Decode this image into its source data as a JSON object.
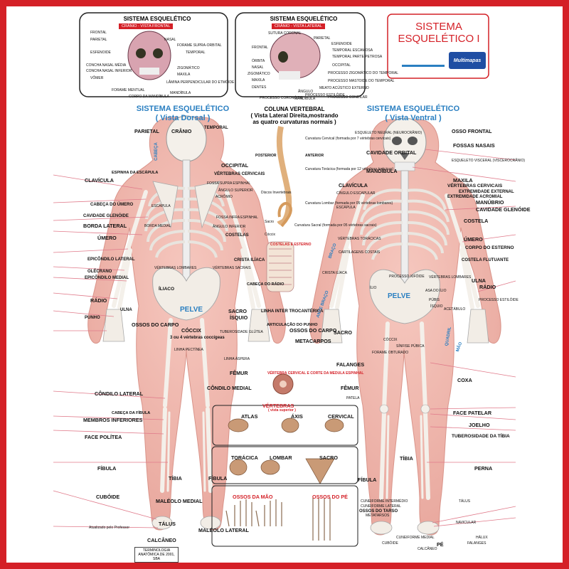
{
  "poster": {
    "accent": "#d42027",
    "blue": "#2a7fc1",
    "main_title_line1": "SISTEMA",
    "main_title_line2": "ESQUELÉTICO I",
    "publisher": "Multimapas",
    "dorsal_title_line1": "SISTEMA ESQUELÉTICO",
    "dorsal_title_line2": "( Vista Dorsal )",
    "ventral_title_line1": "SISTEMA ESQUELÉTICO",
    "ventral_title_line2": "( Vista Ventral )",
    "coluna_title_line1": "COLUNA VERTEBRAL",
    "coluna_title_line2": "( Vista Lateral Direita,mostrando",
    "coluna_title_line3": "as quatro curvaturas normais )",
    "terminologia": "TERMINOLOGIA ANATÔMICA DE 2001, SBA",
    "credit": "Atualizado pelo Professor"
  },
  "skull_boxes": {
    "frontal": {
      "title": "SISTEMA ESQUELÉTICO",
      "subtitle": "CRÂNIO - VISTA FRONTAL",
      "labels": [
        "FRONTAL",
        "PARIETAL",
        "ESFENOIDE",
        "CONCHA NASAL MÉDIA",
        "CONCHA NASAL INFERIOR",
        "VÔMER",
        "FORAME MENTUAL",
        "NASAL",
        "FORAME SUPRA-ORBITAL",
        "TEMPORAL",
        "ZIGOMÁTICO",
        "MAXILA",
        "LÂMINA PERPENDICULAR DO ETMÓIDE",
        "MANDÍBULA",
        "CORPO DA MANDÍBULA"
      ]
    },
    "lateral": {
      "title": "SISTEMA ESQUELÉTICO",
      "subtitle": "CRÂNIO - VISTA LATERAL",
      "labels": [
        "SUTURA CORONAL",
        "FRONTAL",
        "ÓRBITA",
        "NASAL",
        "ZIGOMÁTICO",
        "MAXILA",
        "DENTES",
        "PROCESSO CORONÓIDE",
        "PARIETAL",
        "ESFENOIDE",
        "TEMPORAL ESCAMOSA",
        "TEMPORAL PARTE PETROSA",
        "OCCIPITAL",
        "PROCESSO ZIGOMÁTICO DO TEMPORAL",
        "PROCESSO MASTOIDE DO TEMPORAL",
        "MEATO ACÚSTICO EXTERNO",
        "PROCESSO ESTILÓIDE",
        "PROCESSO CONDILAR",
        "MANDÍBULA",
        "ÂNGULO"
      ]
    }
  },
  "dorsal_labels": {
    "left": [
      "PARIETAL",
      "CRÂNIO",
      "ESPINHA DA ESCÁPULA",
      "CLAVÍCULA",
      "CABEÇA DO ÚMERO",
      "CAVIDADE GLENÓIDE",
      "BORDA LATERAL",
      "ÚMERO",
      "EPICÔNDILO LATERAL",
      "OLÉCRANO",
      "EPICÔNDILO MEDIAL",
      "RÁDIO",
      "ULNA",
      "PUNHO",
      "OSSOS DO CARPO",
      "CÔNDILO LATERAL",
      "CABEÇA DA FÍBULA",
      "MEMBROS INFERIORES",
      "FACE POLÍTEA",
      "FÍBULA",
      "CUBÓIDE",
      "CALCÂNEO"
    ],
    "center": [
      "TEMPORAL",
      "OCCIPITAL",
      "VÉRTEBRAS CERVICAIS",
      "FOSSA SUPRA ESPINHAL",
      "ÂNGULO SUPERIOR",
      "ACRÔMIO",
      "ESCÁPULA",
      "FOSSA INFRA ESPINHAL",
      "BORDA MEDIAL",
      "ÂNGULO INFERIOR",
      "COSTELAS",
      "VÉRTEBRAS LOMBARES",
      "VÉRTEBRAS SACRAIS",
      "CRISTA ILÍACA",
      "ÍLIACO",
      "PELVE",
      "SACRO",
      "ÍSQUIO",
      "CÓCCIX",
      "3 ou 4 vértebras coccígeas",
      "TUBEROSIDADE GLÚTEA",
      "LINHA PECTÍNEA",
      "LINHA ÁSPERA",
      "FÊMUR",
      "CÔNDILO MEDIAL",
      "TÍBIA",
      "FÍBULA",
      "MALÉOLO MEDIAL",
      "TÁLUS",
      "MALÉOLO LATERAL",
      "CABEÇA DO RÁDIO",
      "CABEÇA"
    ]
  },
  "coluna_labels": [
    "Curvatura Cervical (formada por 7 vértebras cervicais)",
    "POSTERIOR",
    "ANTERIOR",
    "Curvatura Torácica (formada por 12 vértebras torácicas)",
    "Discos Invertebrais",
    "Curvatura Lombar (formada por 05 vértebras lombares)",
    "Sacro",
    "Curvatura Sacral (formada por 05 vértebras sacrais)",
    "Cóccix"
  ],
  "center_labels": [
    "COSTELAS E ESTERNO",
    "LINHA INTER TROCANTÉRICA",
    "ARTICULAÇÃO DO PUNHO",
    "OSSOS DO CARPO",
    "METACARPOS",
    "VÉRTEBRAS",
    "( vista superior )",
    "ATLAS",
    "ÁXIS",
    "CERVICAL",
    "TORÁCICA",
    "LOMBAR",
    "SACRO",
    "OSSOS DA MÃO",
    "OSSOS DO PÉ",
    "ANTE BRAÇO",
    "BRAÇO",
    "VÉRTEBRA CERVICAL E CORTE DA MEDULA ESPINHAL"
  ],
  "ventral_labels": {
    "right": [
      "OSSO FRONTAL",
      "FOSSAS NASAIS",
      "ESQUELETO VISCERAL (VISCEROCRÂNIO)",
      "MAXILA",
      "VÉRTEBRAS CERVICAIS",
      "EXTREMIDADE EXTERNAL",
      "EXTREMIDADE ACROMIAL",
      "MANÚBRIO",
      "CAVIDADE GLENÓIDE",
      "COSTELA",
      "ÚMERO",
      "CORPO DO ESTERNO",
      "COSTELA FLUTUANTE",
      "ULNA",
      "RÁDIO",
      "PROCESSO ESTILÓIDE",
      "MÃO",
      "QUADRIL",
      "COXA",
      "FACE PATELAR",
      "JOELHO",
      "TUBEROSIDADE DA TÍBIA",
      "PERNA",
      "TÁLUS",
      "NAVICULAR",
      "HÁLUX",
      "FALANGES"
    ],
    "left": [
      "ESQUELETO NEURAL (NEUROCRÂNIO)",
      "CAVIDADE ORBITAL",
      "MANDÍBULA",
      "CLAVÍCULA",
      "CÍNGULO ESCAPULAR",
      "ESCÁPULA",
      "VÉRTEBRAS TORÁCICAS",
      "CARTILAGENS COSTAIS",
      "CRISTA ILÍACA",
      "PROCESSO XIFÓIDE",
      "VÉRTEBRAS LOMBARES",
      "ÍLIO",
      "ASA DO ÍLIO",
      "PELVE",
      "PÚBIS",
      "ÍSQUIO",
      "ACETÁBULO",
      "SACRO",
      "CÓCCIX",
      "FORAME OBTURADO",
      "SÍNFISE PÚBICA",
      "FALANGES",
      "FÊMUR",
      "PATELA",
      "FÍBULA",
      "TÍBIA",
      "PÉ",
      "CALCÂNEO",
      "CUNEIFORME MEDIAL",
      "METATARSOS",
      "OSSOS DO TARSO",
      "CUNEIFORME INTERMÉDIO",
      "CUNEIFORME LATERAL",
      "CUBÓIDE"
    ]
  }
}
